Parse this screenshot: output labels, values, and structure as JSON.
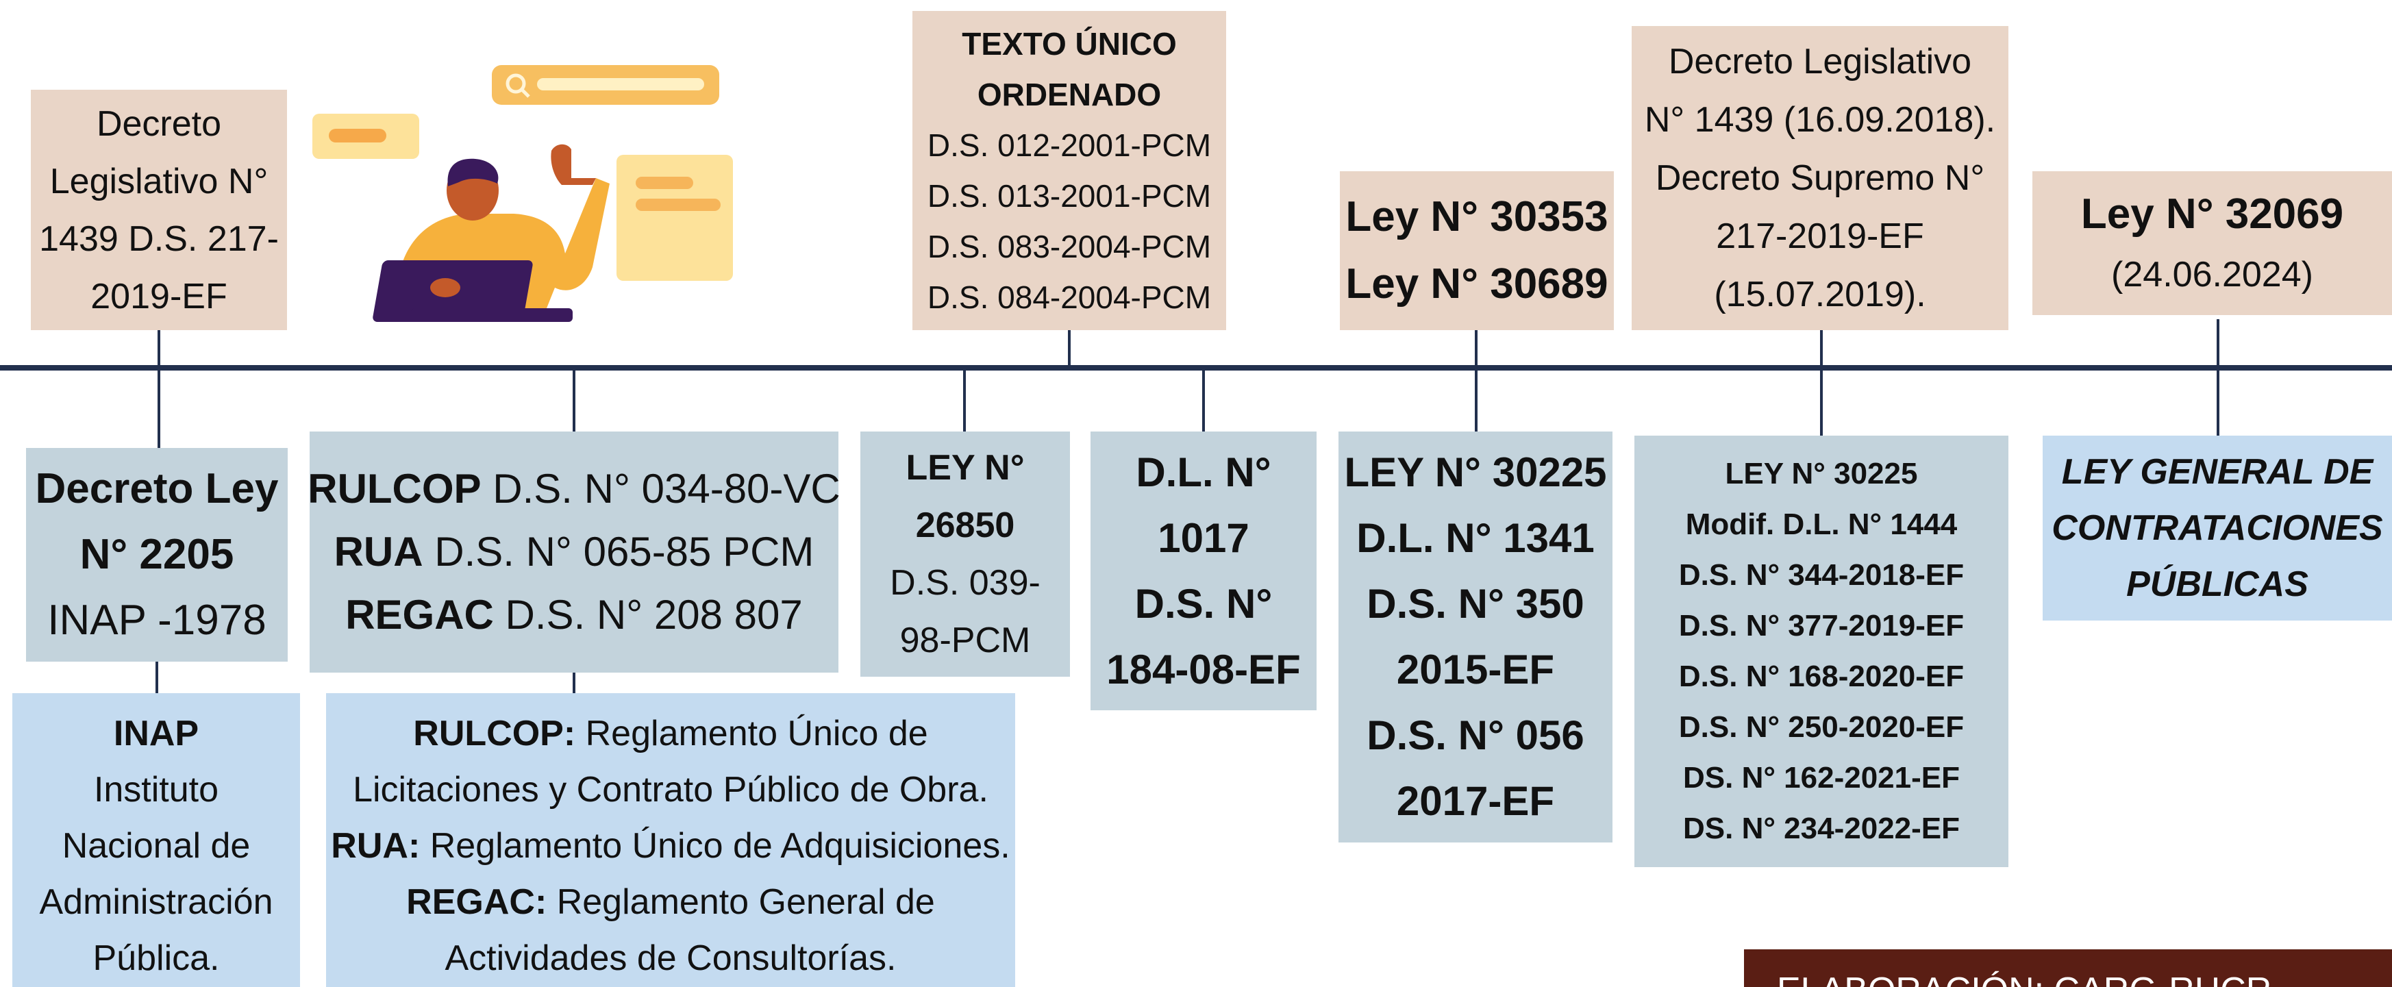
{
  "top_boxes": {
    "t1": [
      "Decreto",
      "Legislativo N°",
      "1439 D.S. 217-",
      "2019-EF"
    ],
    "t2": {
      "bold": [
        "TEXTO ÚNICO",
        "ORDENADO"
      ],
      "lines": [
        "D.S. 012-2001-PCM",
        "D.S. 013-2001-PCM",
        "D.S. 083-2004-PCM",
        "D.S. 084-2004-PCM"
      ]
    },
    "t3": [
      "Ley N° 30353",
      "Ley N° 30689"
    ],
    "t4": [
      "Decreto Legislativo",
      "N° 1439 (16.09.2018).",
      "Decreto Supremo N°",
      "217-2019-EF",
      "(15.07.2019)."
    ],
    "t5": {
      "bold": "Ley N° 32069",
      "date": "(24.06.2024)"
    }
  },
  "bottom_boxes": {
    "b1": {
      "bold": [
        "Decreto Ley",
        "N° 2205"
      ],
      "line": "INAP -1978"
    },
    "b2": [
      {
        "bold": "RULCOP",
        "text": " D.S. N° 034-80-VC"
      },
      {
        "bold": "RUA",
        "text": " D.S. N° 065-85 PCM"
      },
      {
        "bold": "REGAC",
        "text": " D.S. N° 208 807"
      }
    ],
    "b3": {
      "bold": [
        "LEY N°",
        "26850"
      ],
      "lines": [
        "D.S. 039-",
        "98-PCM"
      ]
    },
    "b4": [
      "D.L. N°",
      "1017",
      "D.S. N°",
      "184-08-EF"
    ],
    "b5": [
      "LEY N° 30225",
      "D.L. N° 1341",
      "D.S. N° 350",
      "2015-EF",
      "D.S. N° 056",
      "2017-EF"
    ],
    "b6": [
      "LEY N° 30225",
      "Modif. D.L. N° 1444",
      "D.S. N° 344-2018-EF",
      "D.S. N° 377-2019-EF",
      "D.S. N° 168-2020-EF",
      "D.S. N° 250-2020-EF",
      "DS. N° 162-2021-EF",
      "DS. N° 234-2022-EF"
    ],
    "b7": [
      "LEY GENERAL DE",
      "CONTRATACIONES",
      "PÚBLICAS"
    ]
  },
  "lower_boxes": {
    "l1": {
      "bold": "INAP",
      "lines": [
        "Instituto",
        "Nacional de",
        "Administración",
        "Pública."
      ]
    },
    "l2": [
      {
        "bold": "RULCOP:",
        "text": " Reglamento Único de"
      },
      {
        "bold": "",
        "text": "Licitaciones y Contrato Público de Obra."
      },
      {
        "bold": "RUA:",
        "text": " Reglamento Único de Adquisiciones."
      },
      {
        "bold": "REGAC:",
        "text": " Reglamento General de"
      },
      {
        "bold": "",
        "text": "Actividades de Consultorías."
      }
    ]
  },
  "credit": "ELABORACIÓN: CARG-RHCR",
  "icons": [
    "person-with-laptop-icon",
    "search-bar-icon",
    "chat-bubble-icon",
    "note-card-icon"
  ],
  "colors": {
    "beige": "#e9d5c7",
    "grey": "#c3d3dc",
    "blue": "#c4dbf0",
    "line": "#22304e",
    "credit_bg": "#5a1e14"
  }
}
